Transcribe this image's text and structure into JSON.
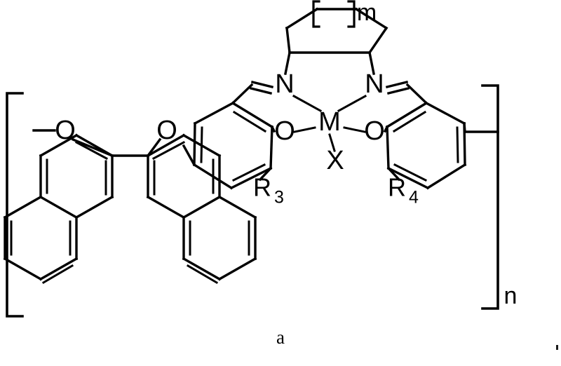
{
  "figure": {
    "caption": "a",
    "kind": "chemical-structure",
    "description": "Polymeric chiral salen metal complex with binaphthyl backbone",
    "labels": {
      "metal": "M",
      "axial_ligand": "X",
      "nitrogen_left": "N",
      "nitrogen_right": "N",
      "oxygen_phenolate_left": "O",
      "oxygen_phenolate_right": "O",
      "oxygen_ether_left": "O",
      "oxygen_ether_right": "O",
      "substituent_left": "R",
      "substituent_left_index": "3",
      "substituent_right": "R",
      "substituent_right_index": "4",
      "ring_repeat": "m",
      "polymer_repeat": "n"
    }
  },
  "colors": {
    "ink": "#000000",
    "background": "#ffffff"
  }
}
